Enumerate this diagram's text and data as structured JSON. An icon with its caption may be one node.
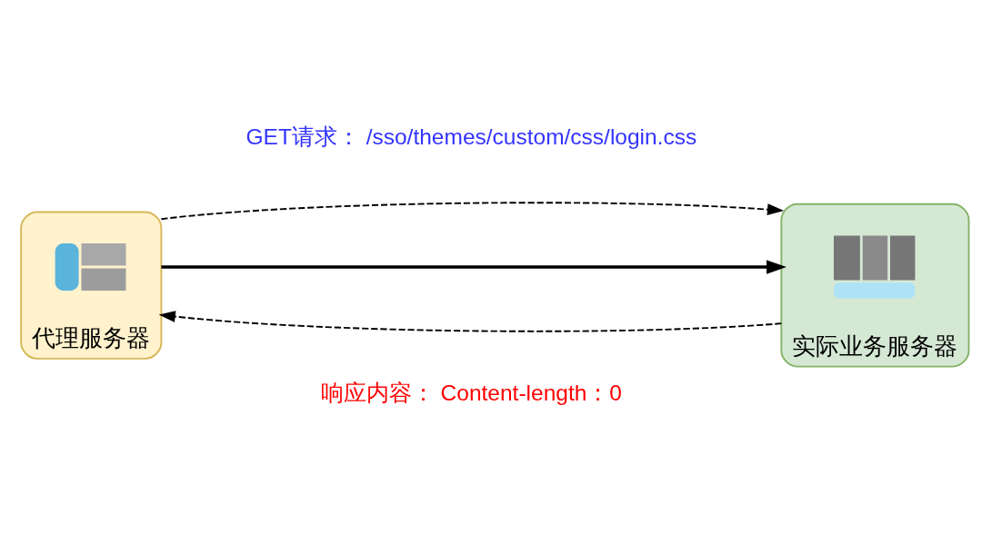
{
  "diagram": {
    "nodes": [
      {
        "text": [
          "代理服务器"
        ]
      },
      {
        "text": [],
        "shape": "picture",
        "in": 0
      },
      {
        "text": [
          "实际业务服务器"
        ]
      },
      {
        "text": [],
        "shape": "picture",
        "in": 2
      }
    ],
    "edges": [
      {
        "from": 0,
        "to": 2,
        "arrow": "to",
        "style": "dashed"
      },
      {
        "from": 0,
        "to": 2,
        "arrow": "to",
        "style": "thick"
      },
      {
        "from": 2,
        "to": 0,
        "arrow": "to",
        "style": "dashed"
      }
    ],
    "labels": [
      "GET请求： /sso/themes/custom/css/login.css",
      "响应内容： Content-length：0"
    ]
  }
}
